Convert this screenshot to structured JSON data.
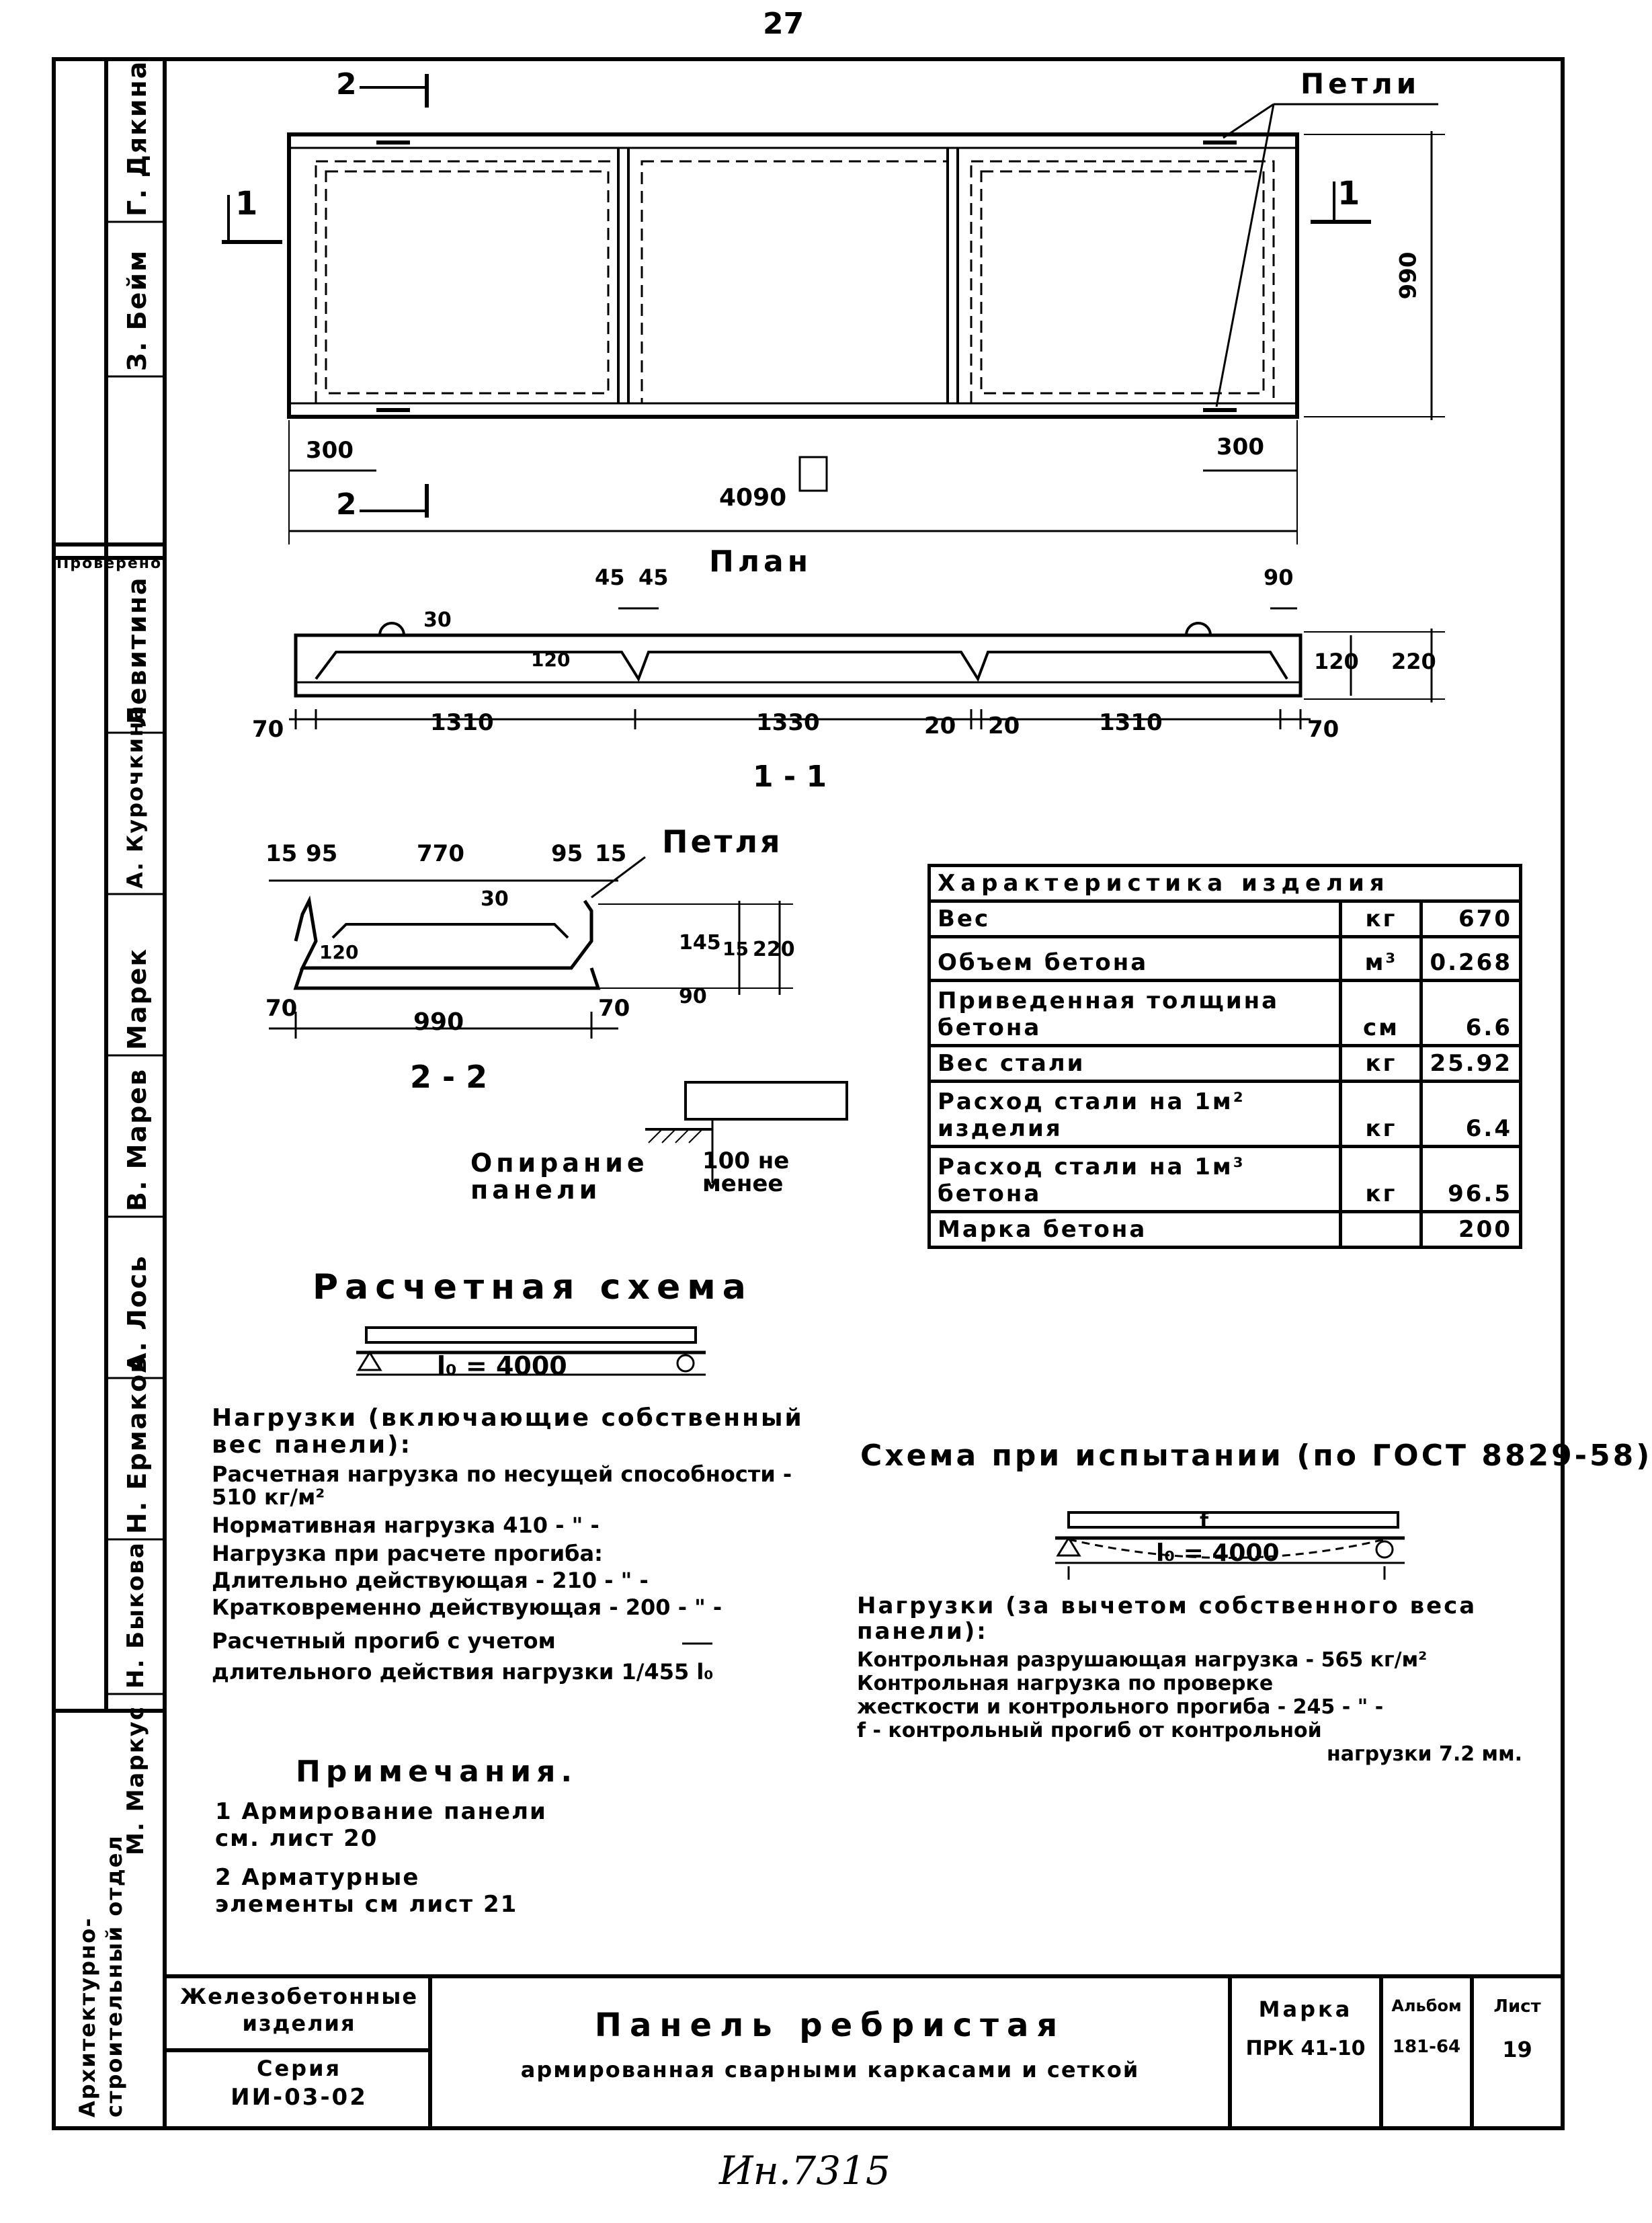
{
  "page_number": "27",
  "labels": {
    "sec2_top": "2",
    "sec2_bottom": "2",
    "sec1_left": "1",
    "sec1_right": "1",
    "petli": "Петли",
    "dim_990": "990",
    "dim_300_left": "300",
    "dim_300_right": "300",
    "dim_4090": "4090",
    "plan": "План",
    "dim_45a": "45",
    "dim_45b": "45",
    "dim_90": "90",
    "dim_30": "30",
    "dim_120": "120",
    "dim_120b": "120",
    "dim_220": "220",
    "dim_70_left": "70",
    "dim_1310_a": "1310",
    "dim_1330": "1330",
    "dim_20a": "20",
    "dim_20b": "20",
    "dim_1310_b": "1310",
    "dim_70_right": "70",
    "section_1_1": "1 - 1",
    "s2_15a": "15",
    "s2_95a": "95",
    "s2_770": "770",
    "s2_95b": "95",
    "s2_15b": "15",
    "s2_petlya": "Петля",
    "s2_30": "30",
    "s2_120": "120",
    "s2_145": "145",
    "s2_15c": "15",
    "s2_220": "220",
    "s2_90": "90",
    "s2_70a": "70",
    "s2_990": "990",
    "s2_70b": "70",
    "section_2_2": "2 - 2",
    "support_title": "Опирание панели",
    "support_dim": "100 не менее",
    "design_scheme_title": "Расчетная схема",
    "l0_design": "l₀ = 4000",
    "test_scheme_title": "Схема при испытании (по ГОСТ 8829-58)",
    "l0_test": "l₀ = 4000",
    "f_label": "f"
  },
  "loads": {
    "heading": "Нагрузки (включающие собственный вес панели):",
    "lines": [
      "Расчетная нагрузка по несущей способности - 510 кг/м²",
      "Нормативная нагрузка 410 - \" -",
      "Нагрузка при расчете прогиба:",
      "Длительно действующая - 210 - \" -",
      "Кратковременно действующая - 200 - \" -",
      "Расчетный прогиб с учетом",
      "длительного действия нагрузки 1/455 l₀"
    ]
  },
  "notes": {
    "heading": "Примечания.",
    "items": [
      "1 Армирование панели см. лист 20",
      "2 Арматурные элементы см лист 21"
    ]
  },
  "test_loads": {
    "heading": "Нагрузки (за вычетом собственного веса панели):",
    "lines": [
      "Контрольная разрушающая нагрузка - 565 кг/м²",
      "Контрольная нагрузка по проверке",
      "жесткости и контрольного прогиба - 245 - \" -",
      "f - контрольный прогиб от контрольной",
      "нагрузки 7.2 мм."
    ]
  },
  "spec_table": {
    "title": "Характеристика изделия",
    "rows": [
      {
        "name": "Вес",
        "unit": "кг",
        "value": "670"
      },
      {
        "name": "Объем бетона",
        "unit": "м³",
        "value": "0.268"
      },
      {
        "name": "Приведенная толщина бетона",
        "unit": "см",
        "value": "6.6"
      },
      {
        "name": "Вес стали",
        "unit": "кг",
        "value": "25.92"
      },
      {
        "name": "Расход стали на 1м² изделия",
        "unit": "кг",
        "value": "6.4"
      },
      {
        "name": "Расход стали на 1м³ бетона",
        "unit": "кг",
        "value": "96.5"
      },
      {
        "name": "Марка бетона",
        "unit": "",
        "value": "200"
      }
    ]
  },
  "side_column": {
    "names": [
      "Г. Дякина",
      "З. Бейм",
      "Левитина",
      "А. Курочкина",
      "Марек",
      "В. Марев",
      "А. Лось",
      "Н. Ермаков",
      "Н. Быкова",
      "М. Маркус"
    ],
    "approved": "Проверено",
    "dept": "Архитектурно-строительный отдел"
  },
  "title_block": {
    "category": "Железобетонные изделия",
    "series_label": "Серия",
    "series": "ИИ-03-02",
    "title_line1": "Панель ребристая",
    "title_line2": "армированная сварными каркасами и сеткой",
    "mark_label": "Марка",
    "mark": "ПРК 41-10",
    "album_label": "Альбом",
    "album": "181-64",
    "sheet_label": "Лист",
    "sheet": "19"
  },
  "bottom_handwriting": "Ин.7315"
}
